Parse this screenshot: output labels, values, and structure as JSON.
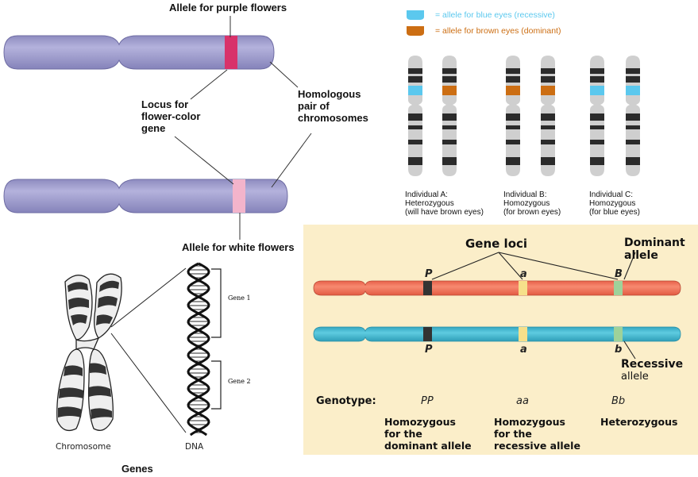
{
  "top_left": {
    "allele_purple": "Allele for purple flowers",
    "locus_label": "Locus for\nflower-color\ngene",
    "homologous_label": "Homologous\npair of\nchromosomes",
    "allele_white": "Allele for white flowers"
  },
  "top_right": {
    "legend": [
      {
        "text": "= allele for blue eyes (recessive)",
        "color": "#5bc8ee",
        "text_color": "#5bc8ee"
      },
      {
        "text": "= allele for brown eyes (dominant)",
        "color": "#cc6e13",
        "text_color": "#cc6e13"
      }
    ],
    "individuals": [
      {
        "label": "Individual A:\nHeterozygous\n(will have brown eyes)"
      },
      {
        "label": "Individual B:\nHomozygous\n(for brown eyes)"
      },
      {
        "label": "Individual C:\nHomozygous\n(for blue eyes)"
      }
    ]
  },
  "bottom_left": {
    "gene1": "Gene 1",
    "gene2": "Gene 2",
    "chromosome": "Chromosome",
    "dna": "DNA",
    "title": "Genes"
  },
  "bottom_right": {
    "gene_loci": "Gene loci",
    "dominant": "Dominant\nallele",
    "recessive_big": "Recessive",
    "recessive_small": "allele",
    "top_alleles": [
      "P",
      "a",
      "B"
    ],
    "bottom_alleles": [
      "P",
      "a",
      "b"
    ],
    "genotype_label": "Genotype:",
    "genotypes": [
      "PP",
      "aa",
      "Bb"
    ],
    "descriptions": [
      "Homozygous\nfor the\ndominant allele",
      "Homozygous\nfor the\nrecessive allele",
      "Heterozygous"
    ],
    "colors": {
      "red": "#f0735a",
      "blue": "#47b8cf",
      "panel": "#fbeec9"
    }
  }
}
